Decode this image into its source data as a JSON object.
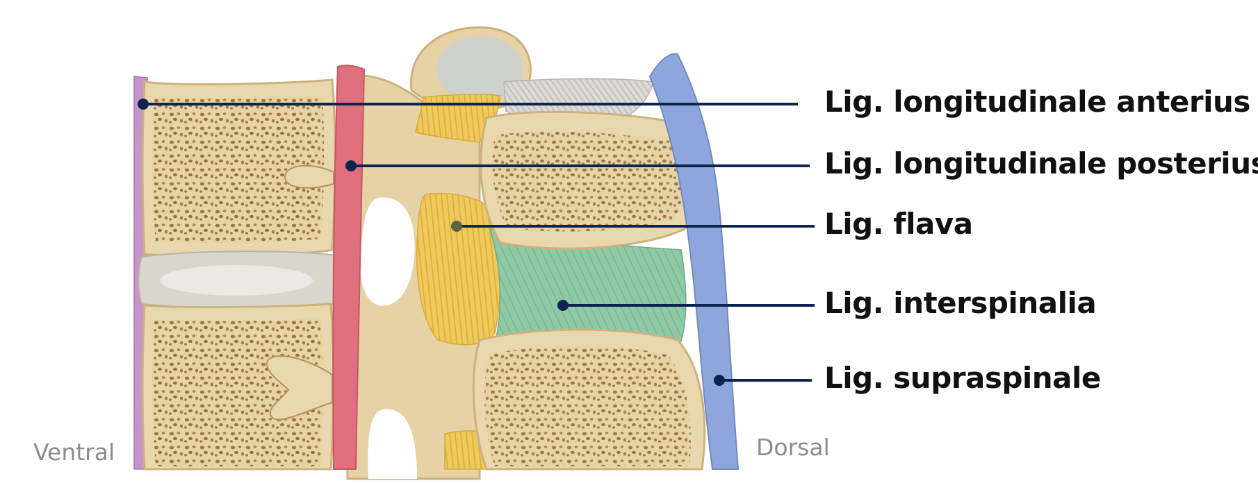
{
  "labels": [
    {
      "id": "lig-longitudinale-anterius",
      "text": "Lig. longitudinale anterius"
    },
    {
      "id": "lig-longitudinale-posterius",
      "text": "Lig. longitudinale posterius"
    },
    {
      "id": "lig-flava",
      "text": "Lig. flava"
    },
    {
      "id": "lig-interspinalia",
      "text": "Lig. interspinalia"
    },
    {
      "id": "lig-supraspinale",
      "text": "Lig. supraspinale"
    }
  ],
  "orientation": {
    "ventral": "Ventral",
    "dorsal": "Dorsal"
  },
  "colors": {
    "bone": "#e9d8ae",
    "bone_edge": "#cdb27c",
    "spongy": "#9a6b3a",
    "disc": "#d9d6cc",
    "anterior_ligament": "#c994cc",
    "posterior_ligament": "#e0707e",
    "ligamenta_flava": "#f0c95c",
    "interspinous": "#8fc9a6",
    "supraspinous": "#8ea6dc",
    "leader_line": "#0d2350",
    "label_text": "#111111",
    "orientation_text": "#8c8c8c"
  }
}
